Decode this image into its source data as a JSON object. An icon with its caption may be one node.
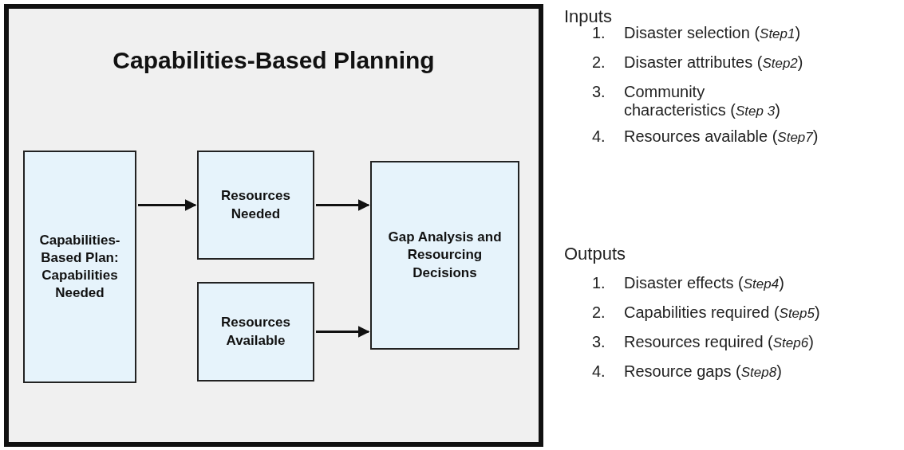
{
  "diagram": {
    "nodes": [
      {
        "text": [
          "Capabilities-Based Planning"
        ]
      },
      {
        "text": [
          "Capabilities-Based Plan: Capabilities Needed"
        ],
        "in": 0
      },
      {
        "text": [
          "Resources Needed"
        ],
        "in": 0
      },
      {
        "text": [
          "Resources Available"
        ],
        "in": 0
      },
      {
        "text": [
          "Gap Analysis and Resourcing Decisions"
        ],
        "in": 0
      }
    ],
    "edges": [
      {
        "from": 1,
        "to": 2,
        "arrow": "to"
      },
      {
        "from": 2,
        "to": 4,
        "arrow": "to"
      },
      {
        "from": 3,
        "to": 4,
        "arrow": "to"
      }
    ],
    "labels": [
      "Inputs",
      "1.",
      "Disaster selection (*Step1*)",
      "2.",
      "Disaster attributes (*Step2*)",
      "3.",
      "Community characteristics (*Step 3*)",
      "4.",
      "Resources available (*Step7*)",
      "Outputs",
      "1.",
      "Disaster effects (*Step4*)",
      "2.",
      "Capabilities required (*Step5*)",
      "3.",
      "Resources required (*Step6*)",
      "4.",
      "Resource gaps (*Step8*)"
    ]
  }
}
